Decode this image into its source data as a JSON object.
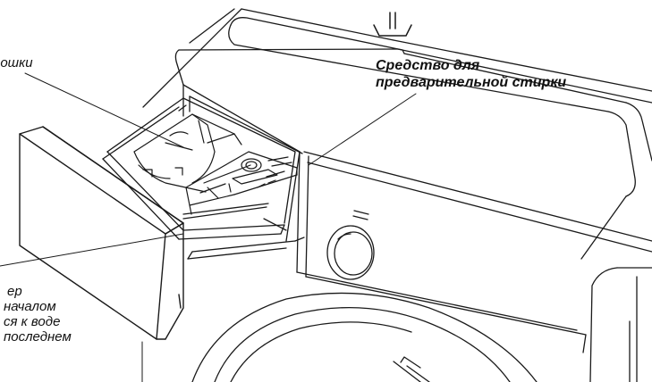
{
  "callouts": {
    "powder": {
      "text": "рошки"
    },
    "prewash": {
      "line1": "Средство для",
      "line2": "предварительной стирки"
    },
    "softener": {
      "line1": "ер",
      "line2": "началом",
      "line3": "ся к воде",
      "line4": "последнем"
    }
  },
  "icons": {
    "prewash_symbol": "prewash-tub-icon"
  },
  "colors": {
    "line": "#1a1a1a",
    "text": "#111111",
    "background": "#ffffff"
  }
}
